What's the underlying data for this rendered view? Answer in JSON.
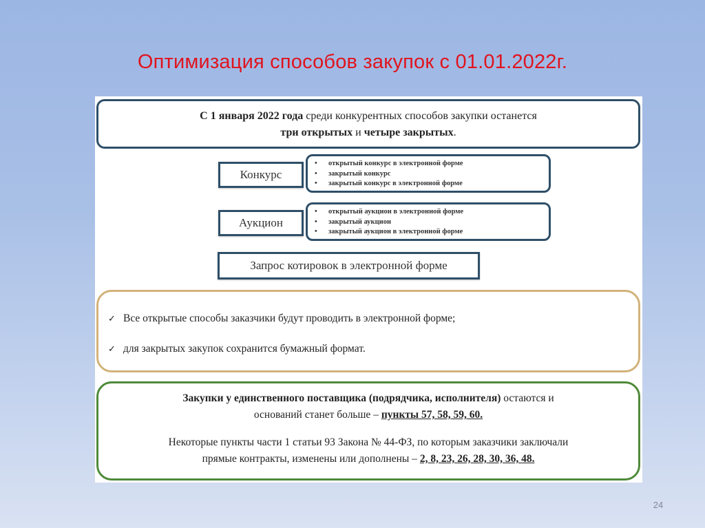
{
  "slide": {
    "title": "Оптимизация способов закупок с 01.01.2022г.",
    "title_color": "#e0141e",
    "page_number": "24"
  },
  "intro": {
    "line1_bold": "С 1 января 2022 года",
    "line1_rest": " среди конкурентных способов закупки останется",
    "line2_bold1": "три открытых",
    "line2_mid": " и ",
    "line2_bold2": "четыре закрытых",
    "line2_end": "."
  },
  "methods": [
    {
      "label": "Конкурс",
      "items": [
        "открытый конкурс в электронной форме",
        "закрытый конкурс",
        "закрытый конкурс в электронной форме"
      ]
    },
    {
      "label": "Аукцион",
      "items": [
        "открытый аукцион в электронной форме",
        "закрытый аукцион",
        "закрытый аукцион в электронной форме"
      ]
    },
    {
      "label": "Запрос котировок в электронной форме",
      "items": []
    }
  ],
  "bullet_glyph": "•",
  "checks": {
    "glyph": "✓",
    "items": [
      "Все открытые способы заказчики будут проводить в электронной форме;",
      "для закрытых закупок сохранится бумажный формат."
    ]
  },
  "single_supplier": {
    "p1_bold": "Закупки у единственного поставщика (подрядчика, исполнителя)",
    "p1_rest": " остаются и",
    "p1_line2": "оснований станет больше – ",
    "p1_points": "пункты 57, 58, 59, 60.",
    "p2_line1": "Некоторые пункты части 1 статьи 93 Закона № 44-ФЗ, по которым заказчики заключали",
    "p2_line2": "прямые контракты, изменены или дополнены – ",
    "p2_points": "2, 8, 23, 26, 28, 30, 36, 48."
  },
  "colors": {
    "box_border_blue": "#2e4f68",
    "box_border_gold": "#d2b27a",
    "box_border_green": "#4e8a3a",
    "background": "#a9c0e6"
  }
}
